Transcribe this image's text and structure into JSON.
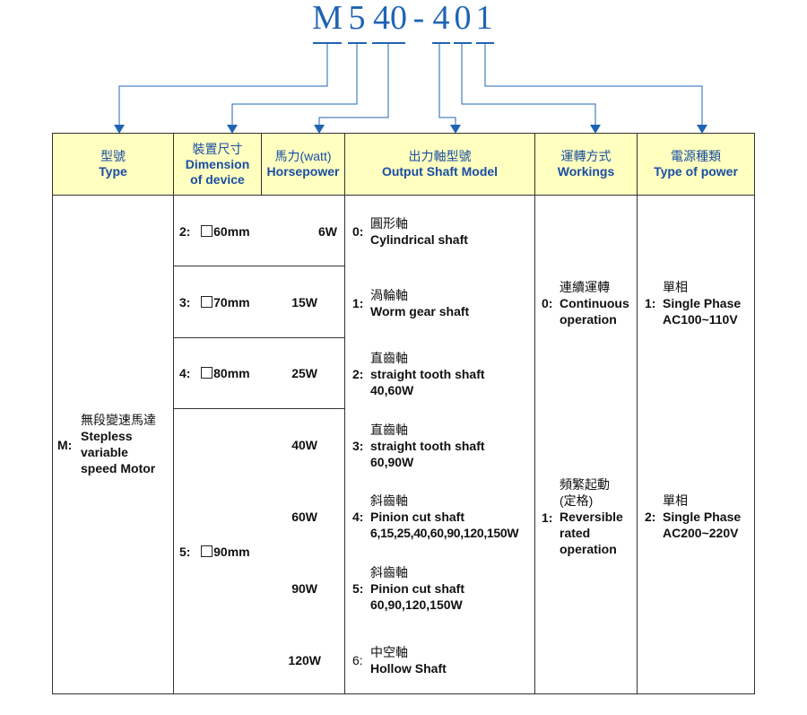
{
  "model_code": [
    "M",
    "5",
    "40",
    "-",
    "4",
    "0",
    "1"
  ],
  "headers": [
    {
      "zh": "型號",
      "en": "Type"
    },
    {
      "zh": "裝置尺寸",
      "en": "Dimension of device"
    },
    {
      "zh": "馬力(watt)",
      "en": "Horsepower"
    },
    {
      "zh": "出力軸型號",
      "en": "Output Shaft Model"
    },
    {
      "zh": "運轉方式",
      "en": "Workings"
    },
    {
      "zh": "電源種類",
      "en": "Type of power"
    }
  ],
  "type": {
    "code": "M:",
    "zh": "無段變速馬達",
    "en_lines": [
      "Stepless",
      "variable",
      "speed Motor"
    ]
  },
  "sizes": [
    {
      "code": "2:",
      "value": "60mm"
    },
    {
      "code": "3:",
      "value": "70mm"
    },
    {
      "code": "4:",
      "value": "80mm"
    },
    {
      "code": "5:",
      "value": "90mm"
    }
  ],
  "horsepower": [
    "6W",
    "15W",
    "25W",
    "40W",
    "60W",
    "90W",
    "120W"
  ],
  "shafts": [
    {
      "code": "0:",
      "zh": "圓形軸",
      "en": [
        "Cylindrical shaft"
      ]
    },
    {
      "code": "1:",
      "zh": "渦輪軸",
      "en": [
        "Worm gear shaft"
      ]
    },
    {
      "code": "2:",
      "zh": "直齒軸",
      "en": [
        "straight tooth shaft",
        "40,60W"
      ]
    },
    {
      "code": "3:",
      "zh": "直齒軸",
      "en": [
        "straight tooth shaft",
        "60,90W"
      ]
    },
    {
      "code": "4:",
      "zh": "斜齒軸",
      "en": [
        "Pinion cut shaft",
        "6,15,25,40,60,90,120,150W"
      ]
    },
    {
      "code": "5:",
      "zh": "斜齒軸",
      "en": [
        "Pinion cut shaft",
        "60,90,120,150W"
      ]
    },
    {
      "code": "6:",
      "zh": "中空軸",
      "en": [
        "Hollow Shaft"
      ]
    }
  ],
  "workings": [
    {
      "code": "0:",
      "zh": [
        "連續運轉"
      ],
      "en": [
        "Continuous",
        "operation"
      ]
    },
    {
      "code": "1:",
      "zh": [
        "頻繁起動",
        "(定格)"
      ],
      "en": [
        "Reversible",
        "rated",
        "operation"
      ]
    }
  ],
  "power": [
    {
      "code": "1:",
      "zh": "單相",
      "en": [
        "Single Phase",
        "AC100~110V"
      ]
    },
    {
      "code": "2:",
      "zh": "單相",
      "en": [
        "Single Phase",
        "AC200~220V"
      ]
    }
  ],
  "colors": {
    "accent": "#1f64b4",
    "header_bg": "#ffffc0",
    "header_text": "#1a4ea3"
  }
}
